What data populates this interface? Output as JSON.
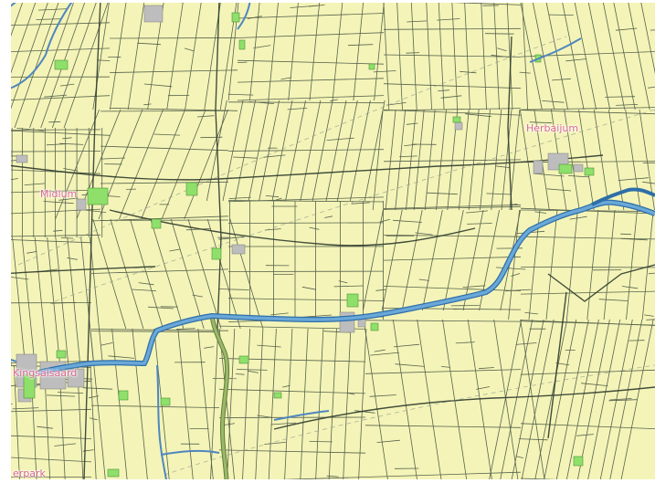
{
  "map": {
    "colors": {
      "land": "#f4f4b8",
      "parcel_line": "#3c4a3a",
      "water_fill": "#6aa8d8",
      "water_edge": "#2f6fa8",
      "water_minor": "#4f86bf",
      "road_green": "#9cb86a",
      "road_green_edge": "#5f7f3a",
      "built": "#bdbdbd",
      "built_edge": "#888888",
      "green_patch": "#8ee06a",
      "label_color": "#d9668f"
    },
    "labels": {
      "herbaijum": "Herbaijum",
      "midlum": "Midlum",
      "village_sw": "Kingsalsaard",
      "bottom_left": "erpark"
    }
  }
}
